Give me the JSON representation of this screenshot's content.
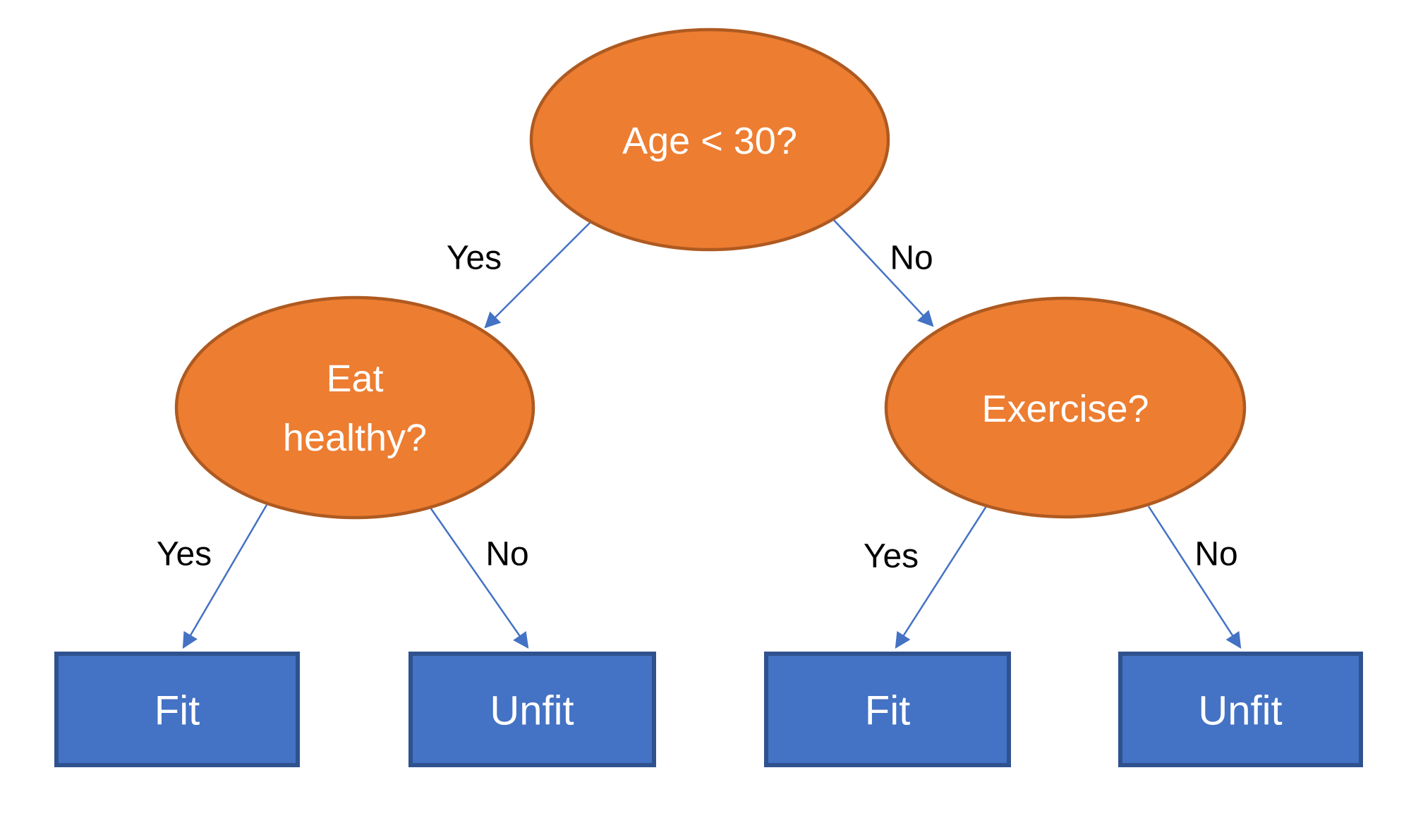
{
  "diagram": {
    "type": "decision-tree",
    "colors": {
      "background": "#FFFFFF",
      "decision_fill": "#ED7D31",
      "decision_border": "#AE5A21",
      "leaf_fill": "#4472C4",
      "leaf_border": "#2F528F",
      "connector": "#4472C4",
      "node_text": "#FFFFFF",
      "edge_label_text": "#000000"
    },
    "nodes": {
      "root": {
        "label": "Age < 30?"
      },
      "eat_healthy": {
        "label": "Eat healthy?",
        "line1": "Eat",
        "line2": "healthy?"
      },
      "exercise": {
        "label": "Exercise?"
      }
    },
    "edges": {
      "root_yes": {
        "label": "Yes"
      },
      "root_no": {
        "label": "No"
      },
      "eat_yes": {
        "label": "Yes"
      },
      "eat_no": {
        "label": "No"
      },
      "exercise_yes": {
        "label": "Yes"
      },
      "exercise_no": {
        "label": "No"
      }
    },
    "leaves": {
      "fit_left": {
        "label": "Fit"
      },
      "unfit_left": {
        "label": "Unfit"
      },
      "fit_right": {
        "label": "Fit"
      },
      "unfit_right": {
        "label": "Unfit"
      }
    }
  }
}
